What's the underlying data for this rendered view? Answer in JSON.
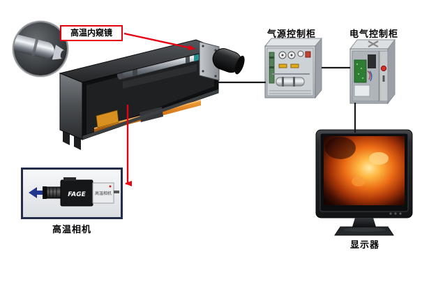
{
  "diagram": {
    "type": "system-connection-diagram",
    "labels": {
      "endoscope": "高温内窥镜",
      "air_cabinet": "气源控制柜",
      "electrical_cabinet": "电气控制柜",
      "camera": "高温相机",
      "monitor": "显示器"
    },
    "camera_inset": {
      "brand": "FAGE",
      "model_tag": "高温相机"
    },
    "colors": {
      "background": "#ffffff",
      "connector_red": "#e60012",
      "connector_black": "#17181a",
      "endoscope_label_border": "#e60012",
      "rail_orange": "#d87818",
      "cabinet_gray": "#c2c6ca",
      "pcb_green": "#2e7d32",
      "screen_fire_orange": "#ec6d16"
    }
  }
}
